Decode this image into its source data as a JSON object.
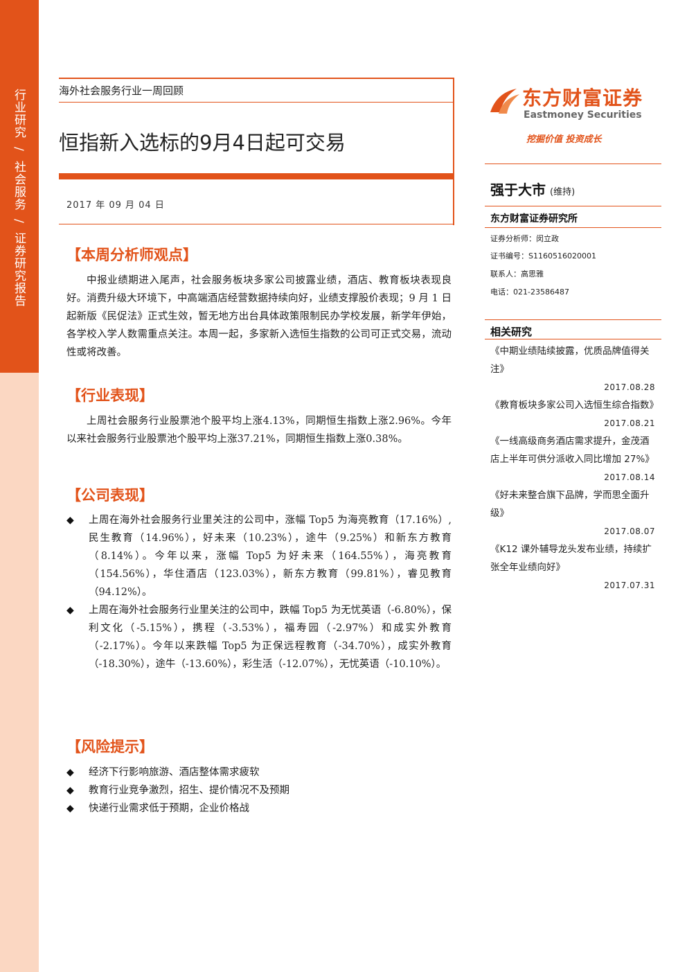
{
  "sidebar": {
    "part1": "行业研究",
    "sep1": "/",
    "part2": "社会服务",
    "sep2": "/",
    "part3": "证券研究报告"
  },
  "header": {
    "series": "海外社会服务行业一周回顾",
    "title": "恒指新入选标的9月4日起可交易",
    "date": "2017 年 09 月 04 日"
  },
  "sections": {
    "view": {
      "heading": "【本周分析师观点】",
      "text": "中报业绩期进入尾声，社会服务板块多家公司披露业绩，酒店、教育板块表现良好。消费升级大环境下，中高端酒店经营数据持续向好，业绩支撑股价表现；9 月 1 日起新版《民促法》正式生效，暂无地方出台具体政策限制民办学校发展，新学年伊始，各学校入学人数需重点关注。本周一起，多家新入选恒生指数的公司可正式交易，流动性或将改善。"
    },
    "industry": {
      "heading": "【行业表现】",
      "text": "上周社会服务行业股票池个股平均上涨4.13%，同期恒生指数上涨2.96%。今年以来社会服务行业股票池个股平均上涨37.21%，同期恒生指数上涨0.38%。"
    },
    "company": {
      "heading": "【公司表现】",
      "bullets": [
        "上周在海外社会服务行业里关注的公司中，涨幅 Top5 为海亮教育（17.16%）,民生教育（14.96%），好未来（10.23%），途牛（9.25%）和新东方教育（8.14%）。今年以来，涨幅 Top5 为好未来（164.55%），海亮教育（154.56%），华住酒店（123.03%），新东方教育（99.81%），睿见教育（94.12%）。",
        "上周在海外社会服务行业里关注的公司中，跌幅 Top5 为无忧英语（-6.80%），保利文化（-5.15%），携程（-3.53%），福寿园（-2.97%）和成实外教育（-2.17%）。今年以来跌幅 Top5 为正保远程教育（-34.70%），成实外教育（-18.30%），途牛（-13.60%），彩生活（-12.07%），无忧英语（-10.10%）。"
      ]
    },
    "risk": {
      "heading": "【风险提示】",
      "bullets": [
        "经济下行影响旅游、酒店整体需求疲软",
        "教育行业竞争激烈，招生、提价情况不及预期",
        "快递行业需求低于预期，企业价格战"
      ]
    }
  },
  "right": {
    "logo_cn": "东方财富证券",
    "logo_en": "Eastmoney Securities",
    "slogan": "挖掘价值 投资成长",
    "rating": "强于大市",
    "rating_note": "(维持)",
    "institute": "东方财富证券研究所",
    "analyst": "证券分析师：闵立政",
    "cert": "证书编号：S1160516020001",
    "contact": "联系人：高思雅",
    "phone": "电话：021-23586487",
    "related_heading": "相关研究",
    "related": [
      {
        "title": "《中期业绩陆续披露，优质品牌值得关注》",
        "date": "2017.08.28"
      },
      {
        "title": "《教育板块多家公司入选恒生综合指数》",
        "date": "2017.08.21"
      },
      {
        "title": "《一线高级商务酒店需求提升，金茂酒店上半年可供分派收入同比增加 27%》",
        "date": "2017.08.14"
      },
      {
        "title": "《好未来整合旗下品牌，学而思全面升级》",
        "date": "2017.08.07"
      },
      {
        "title": "《K12 课外辅导龙头发布业绩，持续扩张全年业绩向好》",
        "date": "2017.07.31"
      }
    ]
  },
  "colors": {
    "accent": "#e2531a",
    "sidebar_light": "#fbd7c2"
  },
  "icons": {
    "bullet": "diamond-bullet-icon",
    "logo": "eastmoney-logo-icon"
  }
}
